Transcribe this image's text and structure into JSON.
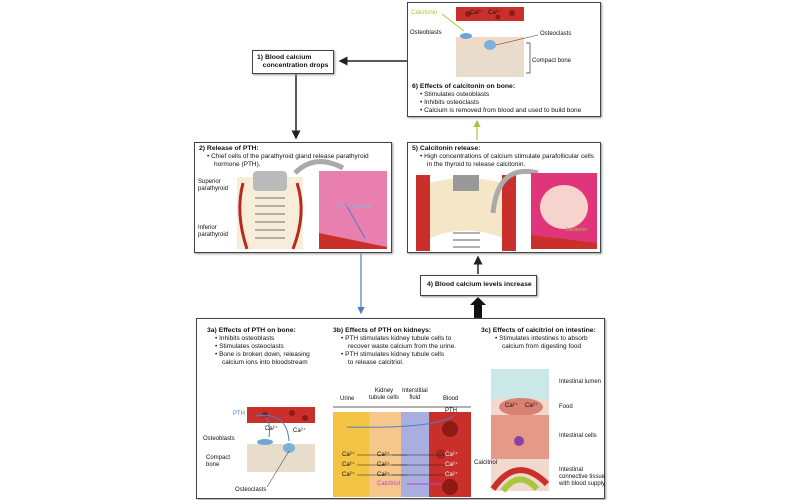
{
  "step1": {
    "label": "1)",
    "text1": "Blood calcium",
    "text2": "concentration drops"
  },
  "step2": {
    "title": "2) Release of PTH:",
    "bullets": [
      "Chief cells of the parathyroid gland release parathyroid",
      "hormone (PTH)."
    ],
    "labels": {
      "superior1": "Superior",
      "superior2": "parathyroid",
      "inferior1": "Inferior",
      "inferior2": "parathyroid",
      "pth_release": "PTH release"
    }
  },
  "step3a": {
    "title": "3a) Effects of PTH on bone:",
    "bullets": [
      "Inhibits osteoblasts",
      "Stimulates osteoclasts",
      "Bone is broken down, releasing",
      "calcium ions into bloodstream"
    ],
    "labels": {
      "pth": "PTH",
      "osteoblasts": "Osteoblasts",
      "compact1": "Compact",
      "compact2": "bone",
      "osteoclasts": "Osteoclasts",
      "ca": "Ca²⁺"
    }
  },
  "step3b": {
    "title": "3b) Effects of PTH on kidneys:",
    "bullets": [
      "PTH stimulates kidney tubule cells to",
      "recover waste calcium from the urine.",
      "PTH stimulates kidney tubule cells",
      "to release calcitriol."
    ],
    "labels": {
      "urine": "Urine",
      "kidney1": "Kidney",
      "kidney2": "tubule cells",
      "interstitial1": "Interstitial",
      "interstitial2": "fluid",
      "blood": "Blood",
      "pth": "PTH",
      "ca": "Ca²⁺",
      "calcitriol": "Calcitriol"
    }
  },
  "step3c": {
    "title": "3c) Effects of calcitriol on intestine:",
    "bullets": [
      "Stimulates intestines to absorb",
      "calcium from digesting food"
    ],
    "labels": {
      "lumen": "Intestinal lumen",
      "food": "Food",
      "cells": "Intestinal cells",
      "tissue1": "Intestinal",
      "tissue2": "connective tissue",
      "tissue3": "with blood supply",
      "calcitriol": "Calcitriol",
      "ca": "Ca²⁺"
    }
  },
  "step4": {
    "text": "4) Blood calcium levels increase"
  },
  "step5": {
    "title": "5) Calcitonin release:",
    "bullets": [
      "High concentrations of calcium stimulate parafollicular cells",
      "in the thyroid to release calcitonin."
    ],
    "labels": {
      "calcitonin": "Calcitonin"
    }
  },
  "step6": {
    "title": "6) Effects of calcitonin on bone:",
    "bullets": [
      "Stimulates osteoblasts",
      "Inhibits osteoclasts",
      "Calcium is removed from blood and used to build bone"
    ],
    "labels": {
      "calcitonin": "Calcitonin",
      "ca": "Ca²⁺",
      "osteoblasts": "Osteoblasts",
      "osteoclasts": "Osteoclasts",
      "compact": "Compact bone"
    }
  },
  "colors": {
    "blood": "#c9302c",
    "bone": "#e8dccb",
    "pth_arrow": "#4a7fc1",
    "calcitonin": "#a6c83c",
    "tissue": "#e97fae",
    "urine": "#f3c443",
    "interstitial": "#a9aee0"
  }
}
